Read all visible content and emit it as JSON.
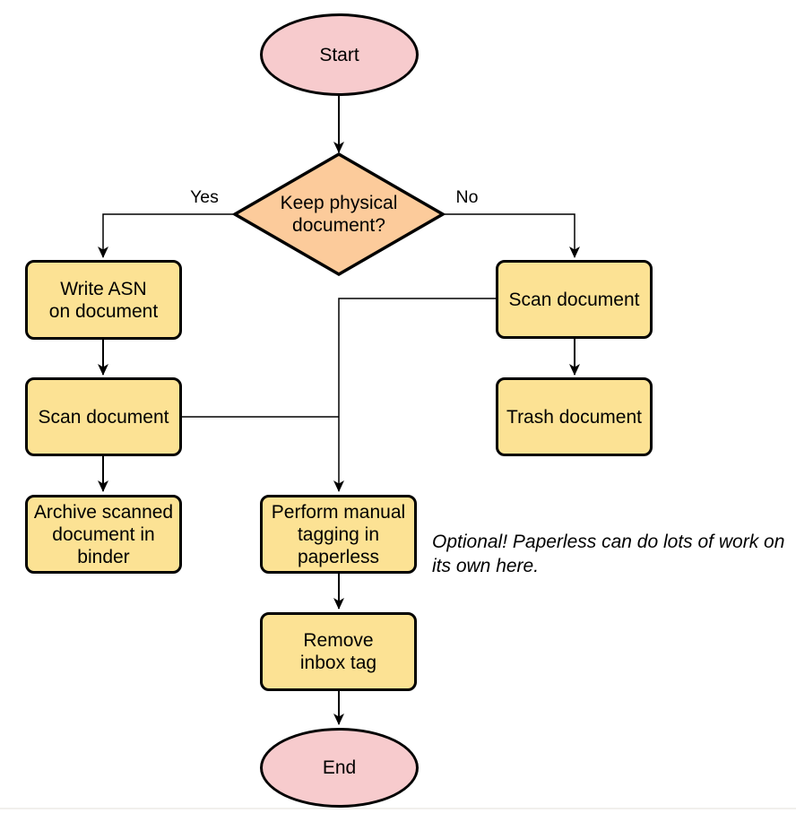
{
  "colors": {
    "terminal_fill": "#f7cbcd",
    "decision_fill": "#fccb9b",
    "process_fill": "#fce294",
    "stroke": "#000000"
  },
  "nodes": {
    "start": {
      "label": "Start",
      "type": "terminal"
    },
    "decision": {
      "label": "Keep physical\ndocument?",
      "type": "decision"
    },
    "write_asn": {
      "label": "Write ASN\non document",
      "type": "process"
    },
    "scan_left": {
      "label": "Scan document",
      "type": "process"
    },
    "archive": {
      "label": "Archive scanned\ndocument in\nbinder",
      "type": "process"
    },
    "scan_right": {
      "label": "Scan document",
      "type": "process"
    },
    "trash": {
      "label": "Trash document",
      "type": "process"
    },
    "tagging": {
      "label": "Perform manual\ntagging in\npaperless",
      "type": "process"
    },
    "remove_inbox": {
      "label": "Remove\ninbox tag",
      "type": "process"
    },
    "end": {
      "label": "End",
      "type": "terminal"
    }
  },
  "edge_labels": {
    "yes": "Yes",
    "no": "No"
  },
  "annotation": "Optional! Paperless can do lots of work on\nits own here."
}
